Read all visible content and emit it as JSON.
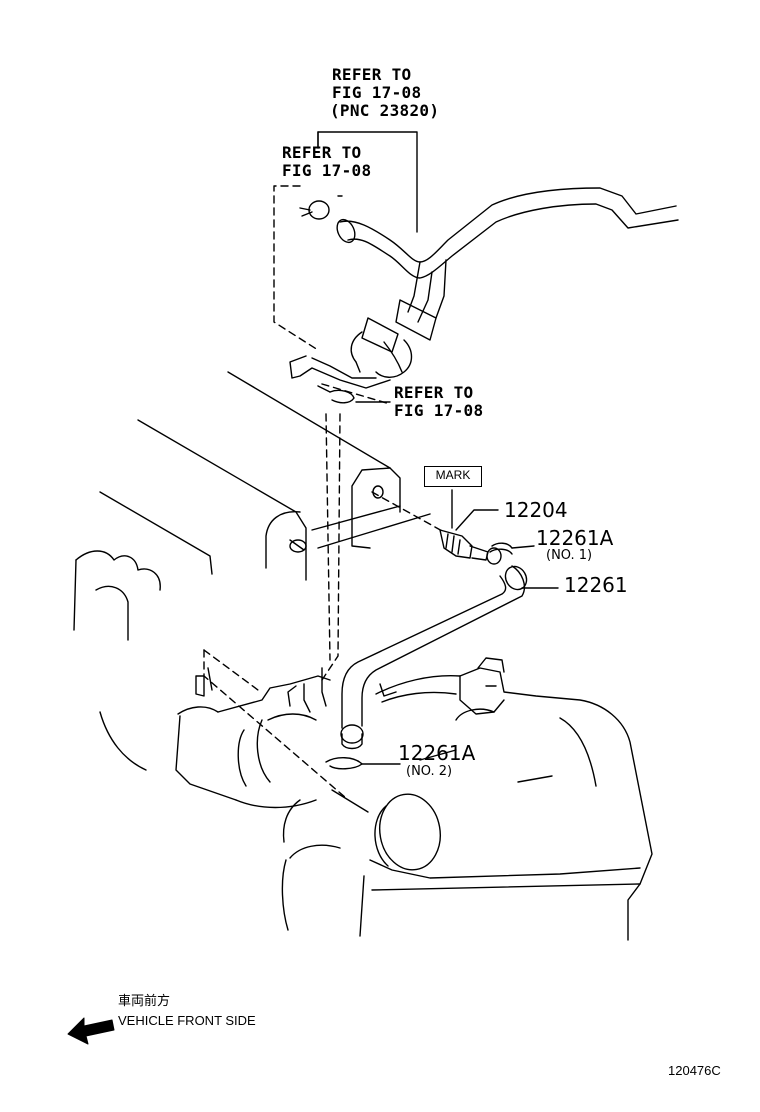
{
  "references": {
    "top": [
      "REFER TO",
      "FIG 17-08",
      "(PNC 23820)"
    ],
    "clip": [
      "REFER TO",
      "FIG 17-08"
    ],
    "side": [
      "REFER TO",
      "FIG 17-08"
    ]
  },
  "mark_label": "MARK",
  "parts": {
    "p12204": "12204",
    "p12261A_1": "12261A",
    "p12261A_1_note": "(NO. 1)",
    "p12261": "12261",
    "p12261A_2": "12261A",
    "p12261A_2_note": "(NO. 2)"
  },
  "direction": {
    "jp": "車両前方",
    "en": "VEHICLE FRONT SIDE"
  },
  "figure_id": "120476C"
}
